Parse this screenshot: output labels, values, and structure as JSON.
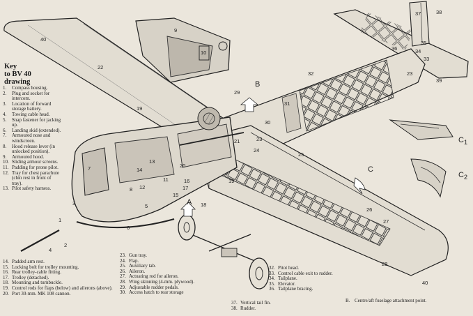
{
  "key": {
    "title_line1": "Key",
    "title_line2": "to BV 40",
    "title_line3": "drawing"
  },
  "legend_left": [
    {
      "n": "1.",
      "t": "Compass housing."
    },
    {
      "n": "2.",
      "t": "Plug and socket for intercom."
    },
    {
      "n": "3.",
      "t": "Location of forward storage battery."
    },
    {
      "n": "4.",
      "t": "Towing cable head."
    },
    {
      "n": "5.",
      "t": "Snap fastener for jacking up."
    },
    {
      "n": "6.",
      "t": "Landing skid (extended)."
    },
    {
      "n": "7.",
      "t": "Armoured nose and windscreen."
    },
    {
      "n": "8.",
      "t": "Hood release lever (in unlocked position)."
    },
    {
      "n": "9.",
      "t": "Armoured hood."
    },
    {
      "n": "10.",
      "t": "Sliding armour screens."
    },
    {
      "n": "11.",
      "t": "Padding for prone pilot."
    },
    {
      "n": "12.",
      "t": "Tray for chest parachute (chin rest in front of tray)."
    },
    {
      "n": "13.",
      "t": "Pilot safety harness."
    }
  ],
  "legend_bottom_1": [
    {
      "n": "14.",
      "t": "Padded arm rest."
    },
    {
      "n": "15.",
      "t": "Locking bolt for trolley mounting."
    },
    {
      "n": "16.",
      "t": "Rear trolley-cable fitting."
    },
    {
      "n": "17.",
      "t": "Trolley (detached)."
    },
    {
      "n": "18.",
      "t": "Mounting and turnbuckle."
    },
    {
      "n": "19.",
      "t": "Control rods for flaps (below) and ailerons (above)."
    },
    {
      "n": "20.",
      "t": "Port 30-mm. MK 108 cannon."
    }
  ],
  "legend_bottom_2": [
    {
      "n": "23.",
      "t": "Gun tray."
    },
    {
      "n": "24.",
      "t": "Flap."
    },
    {
      "n": "25.",
      "t": "Auxiliary tab."
    },
    {
      "n": "26.",
      "t": "Aileron."
    },
    {
      "n": "27.",
      "t": "Actuating rod for aileron."
    },
    {
      "n": "28.",
      "t": "Wing skinning (4-mm. plywood)."
    },
    {
      "n": "29.",
      "t": "Adjustable rudder pedals."
    },
    {
      "n": "30.",
      "t": "Access hatch to rear storage"
    }
  ],
  "legend_bottom_3": [
    {
      "n": "32.",
      "t": "Pitot head."
    },
    {
      "n": "33.",
      "t": "Control cable exit to rudder."
    },
    {
      "n": "34.",
      "t": "Tailplane."
    },
    {
      "n": "35.",
      "t": "Elevator."
    },
    {
      "n": "36.",
      "t": "Tailplane bracing."
    }
  ],
  "legend_bottom_4": [
    {
      "n": "37.",
      "t": "Vertical tail fin."
    },
    {
      "n": "38.",
      "t": "Rudder."
    }
  ],
  "legend_bottom_5": [
    {
      "n": "B.",
      "t": "Centre/aft fuselage attachment point."
    }
  ],
  "callouts": {
    "n1": "1",
    "n2": "2",
    "n3": "3",
    "n4": "4",
    "n5": "5",
    "n6": "6",
    "n7": "7",
    "n8": "8",
    "n9": "9",
    "n10": "10",
    "n11": "11",
    "n12": "12",
    "n13": "13",
    "n14": "14",
    "n15": "15",
    "n16": "16",
    "n17": "17",
    "n18": "18",
    "n19": "19",
    "n19b": "19",
    "n20": "20",
    "n21": "21",
    "n22": "22",
    "n23": "23",
    "n23b": "23",
    "n24": "24",
    "n25": "25",
    "n26": "26",
    "n27": "27",
    "n28": "28",
    "n29": "29",
    "n30": "30",
    "n31": "31",
    "n32": "32",
    "n33": "33",
    "n34": "34",
    "n35": "35",
    "n36": "36",
    "n37": "37",
    "n38": "38",
    "n39": "39",
    "n40": "40",
    "n40b": "40",
    "A": "A",
    "B": "B",
    "C": "C",
    "C1": "C",
    "C1sub": "1",
    "C2": "C",
    "C2sub": "2"
  },
  "colors": {
    "paper": "#ebe6dc",
    "ink": "#1b1b1b",
    "shade": "#b9b3a8"
  }
}
